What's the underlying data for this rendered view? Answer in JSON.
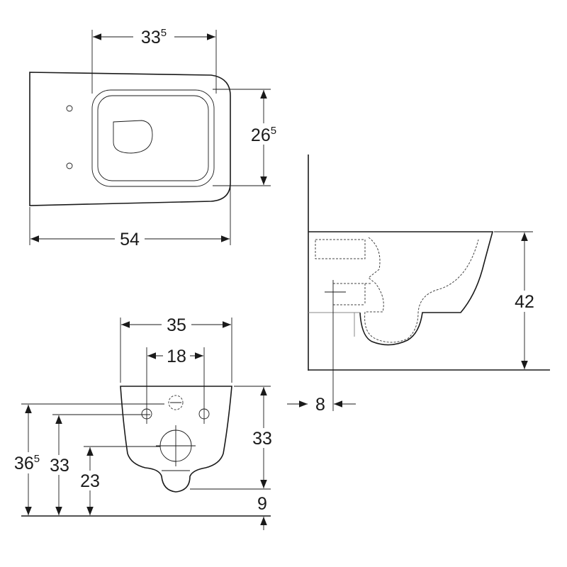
{
  "top_view": {
    "width_seat": {
      "main": "33",
      "sup": "5"
    },
    "depth_seat": {
      "main": "26",
      "sup": "5"
    },
    "length": "54"
  },
  "side_view": {
    "height": "42",
    "wall_offset": "8"
  },
  "front_view": {
    "width": "35",
    "fixing_spacing": "18",
    "outlet_height": "33",
    "bottom_clearance": "9",
    "fixing_height": {
      "main": "36",
      "sup": "5"
    },
    "inlet_height": "33",
    "outlet_center": "23"
  }
}
